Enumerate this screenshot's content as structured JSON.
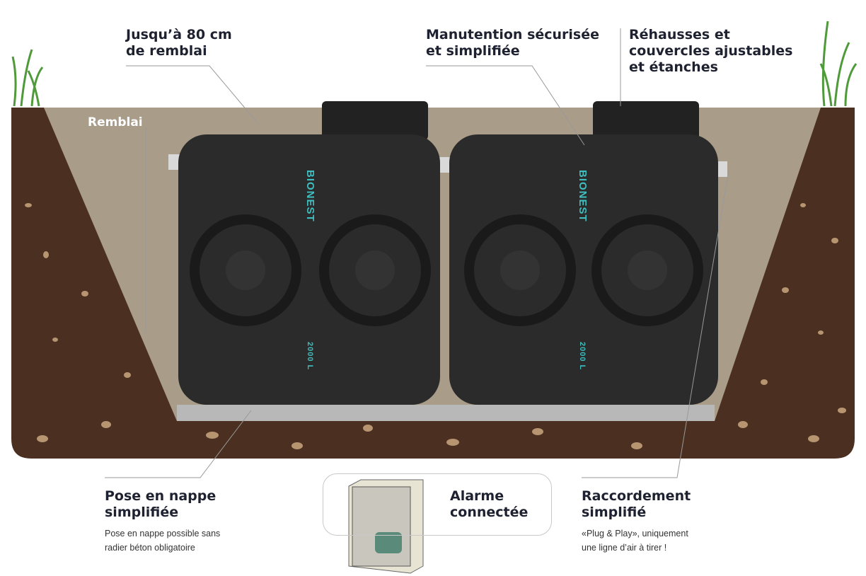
{
  "labels": {
    "remblai_depth": {
      "line1": "Jusqu’à 80 cm",
      "line2": "de remblai"
    },
    "handling": {
      "line1": "Manutention sécurisée",
      "line2": "et simplifiée"
    },
    "risers": {
      "line1": "Réhausses et",
      "line2": "couvercles ajustables",
      "line3": "et étanches"
    },
    "remblai": "Remblai"
  },
  "tanks": [
    {
      "brand": "BIONEST",
      "capacity": "2000 L"
    },
    {
      "brand": "BIONEST",
      "capacity": "2000 L"
    }
  ],
  "features": {
    "nappe": {
      "line1": "Pose en nappe",
      "line2": "simplifiée",
      "desc1": "Pose en nappe possible sans",
      "desc2": "radier béton obligatoire"
    },
    "alarme": {
      "line1": "Alarme",
      "line2": "connectée"
    },
    "raccordement": {
      "line1": "Raccordement",
      "line2": "simplifié",
      "desc1": "«Plug & Play», uniquement",
      "desc2": "une ligne d’air à tirer !"
    }
  },
  "colors": {
    "soil": "#4b2f20",
    "backfill": "#a99d8a",
    "tank": "#2a2b2a",
    "accent": "#3fbfc0",
    "grass": "#4f9a3a"
  }
}
